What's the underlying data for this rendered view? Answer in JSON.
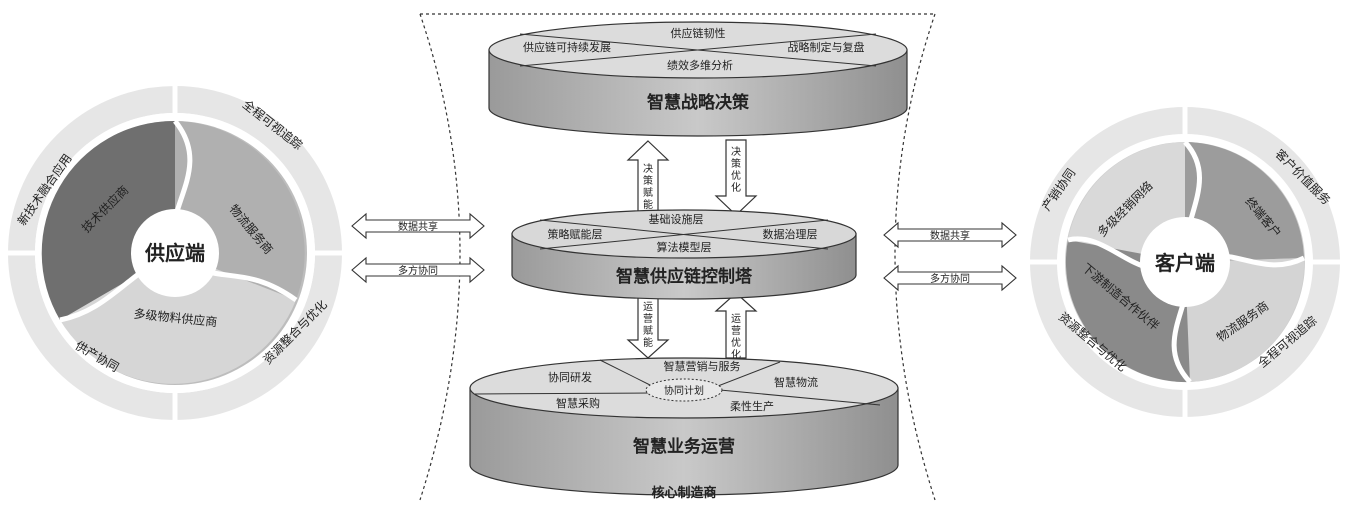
{
  "center": {
    "top_disk": {
      "title": "智慧战略决策",
      "items": [
        "供应链韧性",
        "供应链可持续发展",
        "战略制定与复盘",
        "绩效多维分析"
      ]
    },
    "middle_disk": {
      "title": "智慧供应链控制塔",
      "items": [
        "基础设施层",
        "策略赋能层",
        "数据治理层",
        "算法模型层"
      ]
    },
    "bottom_disk": {
      "title": "智慧业务运营",
      "items": [
        "智慧营销与服务",
        "协同研发",
        "智慧物流",
        "协同计划",
        "智慧采购",
        "柔性生产"
      ]
    },
    "arrows": {
      "decision_empower": "决策赋能",
      "decision_optimize": "决策优化",
      "ops_empower": "运营赋能",
      "ops_optimize": "运营优化"
    },
    "footer": "核心制造商"
  },
  "left": {
    "center_label": "供应端",
    "inner": [
      "技术供应商",
      "物流服务商",
      "多级物料供应商"
    ],
    "outer": [
      "新技术融合应用",
      "全程可视追踪",
      "资源整合与优化",
      "供产协同"
    ]
  },
  "right": {
    "center_label": "客户端",
    "inner": [
      "多级经销网络",
      "终端客户",
      "物流服务商",
      "下游制造合作伙伴"
    ],
    "outer": [
      "产销协同",
      "客户价值服务",
      "全程可视追踪",
      "资源整合与优化"
    ]
  },
  "links": {
    "left_top": "数据共享",
    "left_bottom": "多方协同",
    "right_top": "数据共享",
    "right_bottom": "多方协同"
  }
}
